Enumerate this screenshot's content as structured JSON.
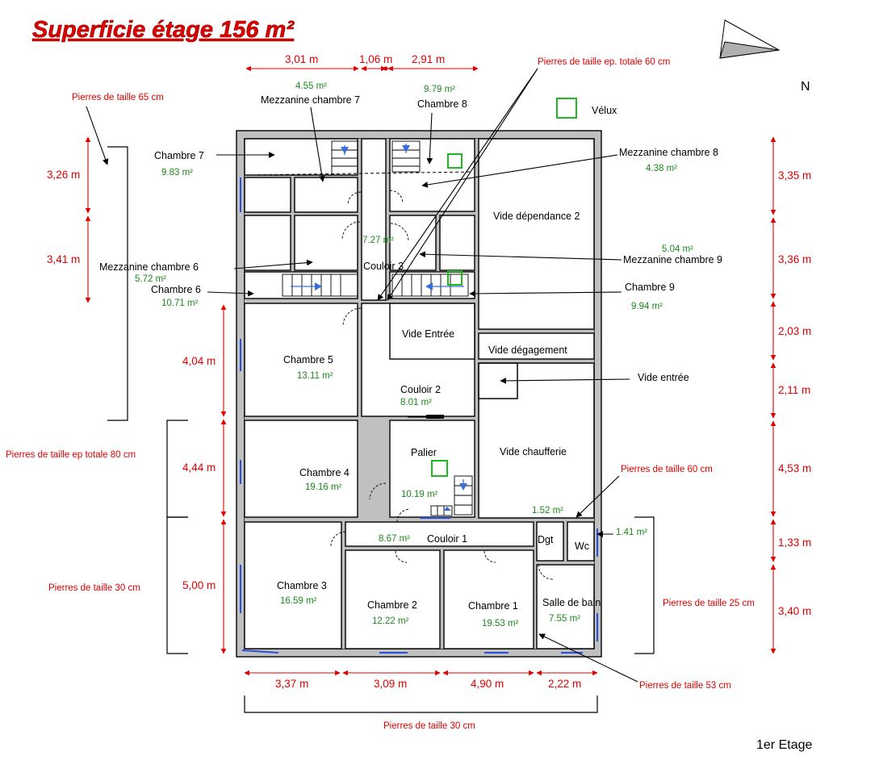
{
  "title": "Superficie étage 156 m²",
  "north": "N",
  "floor_label": "1er Etage",
  "legend": {
    "velux": "Vélux"
  },
  "rooms": [
    {
      "name": "Chambre 7",
      "area": "9.83 m²"
    },
    {
      "name": "Mezzanine chambre 7",
      "area": "4.55 m²"
    },
    {
      "name": "Chambre 8",
      "area": "9.79 m²"
    },
    {
      "name": "Mezzanine chambre 8",
      "area": "4.38 m²"
    },
    {
      "name": "Vide dépendance 2",
      "area": ""
    },
    {
      "name": "Mezzanine chambre 6",
      "area": "5.72 m²"
    },
    {
      "name": "Chambre 6",
      "area": "10.71 m²"
    },
    {
      "name": "Couloir 3",
      "area": "7.27 m²"
    },
    {
      "name": "Mezzanine chambre 9",
      "area": "5.04 m²"
    },
    {
      "name": "Chambre 9",
      "area": "9.94 m²"
    },
    {
      "name": "Vide Entrée",
      "area": ""
    },
    {
      "name": "Vide dégagement",
      "area": ""
    },
    {
      "name": "Vide entrée",
      "area": ""
    },
    {
      "name": "Chambre 5",
      "area": "13.11 m²"
    },
    {
      "name": "Couloir 2",
      "area": "8.01 m²"
    },
    {
      "name": "Palier",
      "area": "10.19 m²"
    },
    {
      "name": "Vide chaufferie",
      "area": "1.52 m²"
    },
    {
      "name": "Chambre 4",
      "area": "19.16 m²"
    },
    {
      "name": "Couloir 1",
      "area": "8.67 m²"
    },
    {
      "name": "Dgt",
      "area": ""
    },
    {
      "name": "Wc",
      "area": "1.41 m²"
    },
    {
      "name": "Chambre 3",
      "area": "16.59 m²"
    },
    {
      "name": "Chambre 2",
      "area": "12.22 m²"
    },
    {
      "name": "Chambre 1",
      "area": "19.53 m²"
    },
    {
      "name": "Salle de bain",
      "area": "7.55 m²"
    }
  ],
  "dimensions": {
    "top": [
      "3,01 m",
      "1,06 m",
      "2,91 m"
    ],
    "bottom": [
      "3,37 m",
      "3,09 m",
      "4,90 m",
      "2,22 m"
    ],
    "left": [
      "3,26 m",
      "3,41 m",
      "4,04 m",
      "4,44 m",
      "5,00 m"
    ],
    "right": [
      "3,35 m",
      "3,36 m",
      "2,03 m",
      "2,11 m",
      "4,53 m",
      "1,33 m",
      "3,40 m"
    ]
  },
  "stone_notes": [
    "Pierres de taille ep. totale 60 cm",
    "Pierres de taille 65 cm",
    "Pierres de taille ep totale 80 cm",
    "Pierres de taille 30 cm",
    "Pierres de taille 60 cm",
    "Pierres de taille 25 cm",
    "Pierres de taille 53 cm",
    "Pierres de taille 30 cm"
  ]
}
